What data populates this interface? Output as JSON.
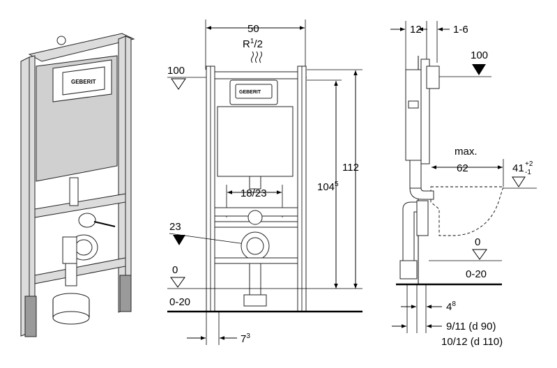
{
  "left_view": {
    "brand_label": "GEBERIT"
  },
  "front_view": {
    "width_label": "50",
    "connection_label": "R",
    "connection_sup": "1",
    "connection_sub": "/2",
    "level_100": "100",
    "level_23": "23",
    "level_0": "0",
    "floor_range": "0-20",
    "spacing_label": "18/23",
    "height_total": "112",
    "height_inner": "104",
    "height_inner_sup": "5",
    "foot_offset": "7",
    "foot_offset_sup": "3",
    "brand_label": "GEBERIT"
  },
  "side_view": {
    "depth_12": "12",
    "depth_1_6": "1-6",
    "level_100": "100",
    "max_label": "max.",
    "projection_62": "62",
    "height_41": "41",
    "tol_plus": "+2",
    "tol_minus": "-1",
    "level_0": "0",
    "floor_range": "0-20",
    "offset_4": "4",
    "offset_4_sup": "8",
    "pipe_90": "9/11 (d 90)",
    "pipe_110": "10/12 (d 110)"
  }
}
